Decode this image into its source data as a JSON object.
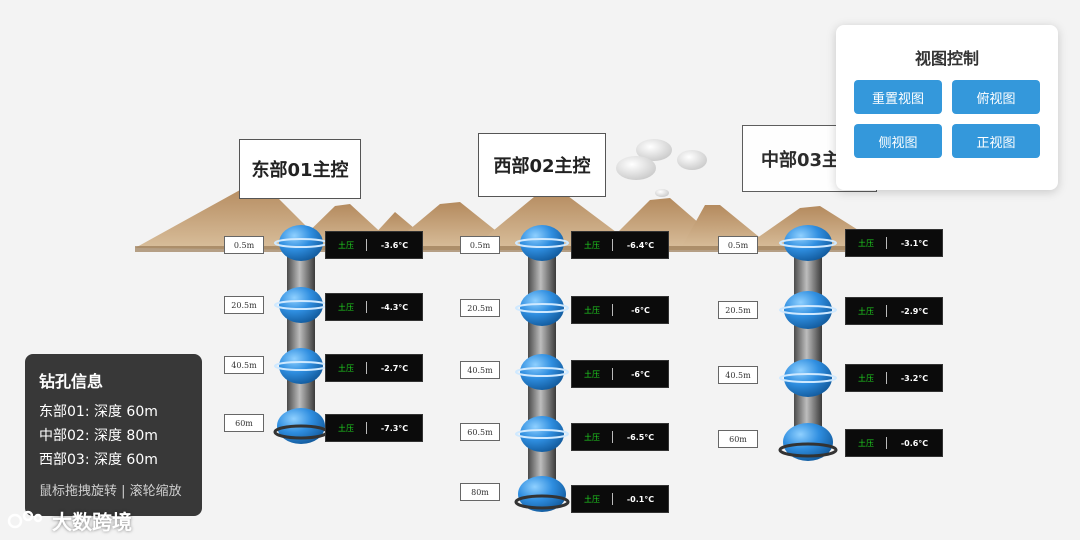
{
  "view_panel": {
    "title": "视图控制",
    "buttons": {
      "reset": "重置视图",
      "top": "俯视图",
      "side": "侧视图",
      "front": "正视图"
    }
  },
  "info_panel": {
    "title": "钻孔信息",
    "lines": [
      "东部01: 深度 60m",
      "中部02: 深度 80m",
      "西部03: 深度 60m"
    ],
    "hint": "鼠标拖拽旋转 | 滚轮缩放"
  },
  "watermark": "大数跨境",
  "colors": {
    "accent": "#3498db",
    "sphere": "#2f8ee0",
    "sensor_label": "#1fd21f",
    "mountain": "#c8a57c"
  },
  "boreholes": [
    {
      "title": "东部01主控",
      "sensors": [
        {
          "depth": "0.5m",
          "kind": "土压",
          "temp": "-3.6°C"
        },
        {
          "depth": "20.5m",
          "kind": "土压",
          "temp": "-4.3°C"
        },
        {
          "depth": "40.5m",
          "kind": "土压",
          "temp": "-2.7°C"
        },
        {
          "depth": "60m",
          "kind": "土压",
          "temp": "-7.3°C"
        }
      ]
    },
    {
      "title": "西部02主控",
      "sensors": [
        {
          "depth": "0.5m",
          "kind": "土压",
          "temp": "-6.4°C"
        },
        {
          "depth": "20.5m",
          "kind": "土压",
          "temp": "-6°C"
        },
        {
          "depth": "40.5m",
          "kind": "土压",
          "temp": "-6°C"
        },
        {
          "depth": "60.5m",
          "kind": "土压",
          "temp": "-6.5°C"
        },
        {
          "depth": "80m",
          "kind": "土压",
          "temp": "-0.1°C"
        }
      ]
    },
    {
      "title": "中部03主控",
      "sensors": [
        {
          "depth": "0.5m",
          "kind": "土压",
          "temp": "-3.1°C"
        },
        {
          "depth": "20.5m",
          "kind": "土压",
          "temp": "-2.9°C"
        },
        {
          "depth": "40.5m",
          "kind": "土压",
          "temp": "-3.2°C"
        },
        {
          "depth": "60m",
          "kind": "土压",
          "temp": "-0.6°C"
        }
      ]
    }
  ]
}
